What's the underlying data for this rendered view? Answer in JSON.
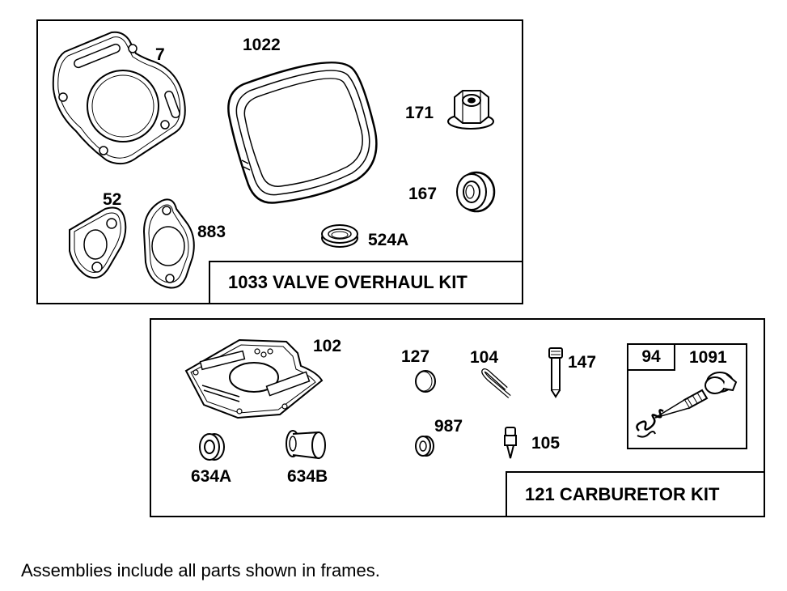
{
  "valve_kit": {
    "title": "1033 VALVE OVERHAUL KIT",
    "parts": {
      "p7": "7",
      "p1022": "1022",
      "p171": "171",
      "p167": "167",
      "p52": "52",
      "p883": "883",
      "p524a": "524A"
    }
  },
  "carburetor_kit": {
    "title": "121 CARBURETOR KIT",
    "parts": {
      "p102": "102",
      "p127": "127",
      "p104": "104",
      "p147": "147",
      "p987": "987",
      "p105": "105",
      "p634a": "634A",
      "p634b": "634B"
    },
    "sub_kit": {
      "left": "94",
      "right": "1091"
    }
  },
  "footnote": "Assemblies include all parts shown in frames."
}
